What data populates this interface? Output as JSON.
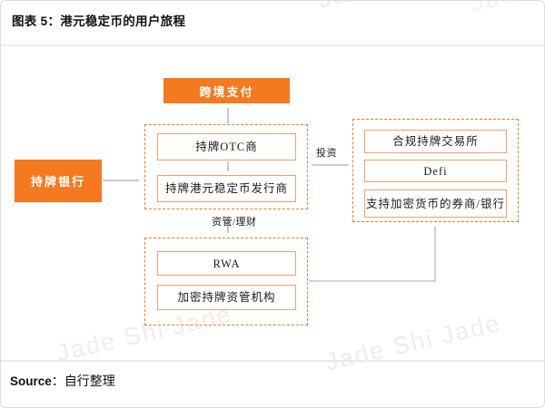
{
  "header": {
    "title": "图表 5：港元稳定币的用户旅程"
  },
  "footer": {
    "source_label": "Source",
    "source_rest": "：自行整理"
  },
  "watermarks": [
    {
      "text": "Jade Shi"
    },
    {
      "text": "Jade"
    },
    {
      "text": "Jade Shi Jade"
    },
    {
      "text": "Jade Shi Jade"
    }
  ],
  "colors": {
    "accent-orange": "#F4791F",
    "node-border-orange": "#F0A068",
    "arrow-gray": "#999999",
    "divider-gray": "#EAEAEA",
    "watermark-gray": "#EFEDE9"
  },
  "diagram": {
    "bank": "持牌银行",
    "cross_border": "跨境支付",
    "otc": "持牌OTC商",
    "issuer": "持牌港元稳定币发行商",
    "rwa": "RWA",
    "asset_manager": "加密持牌资管机构",
    "exchange": "合规持牌交易所",
    "defi": "Defi",
    "broker_bank": "支持加密货币的券商/银行",
    "label_invest": "投资",
    "label_wealth": "资管/理财"
  }
}
